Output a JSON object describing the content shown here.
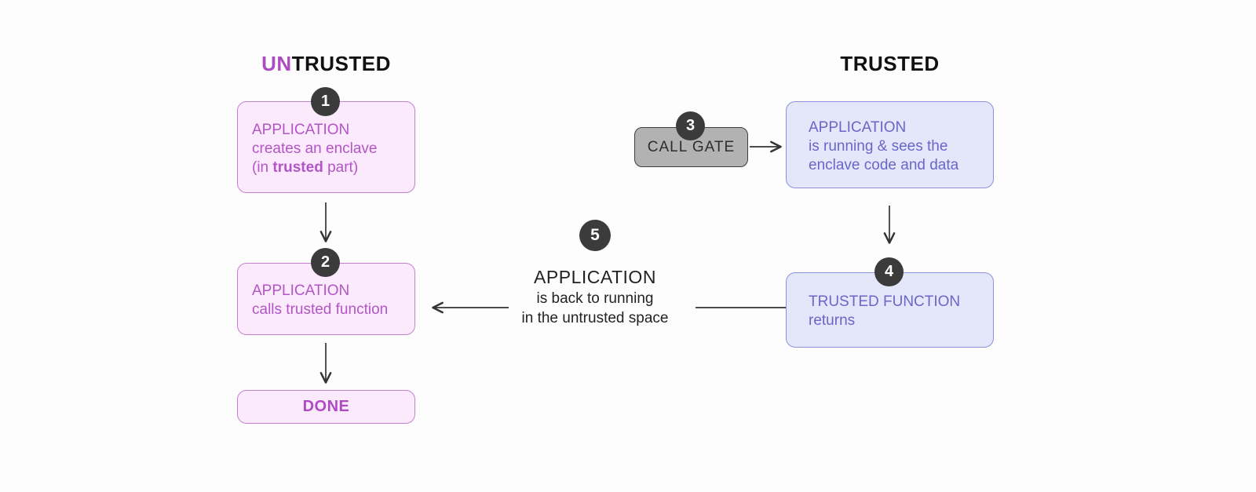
{
  "diagram": {
    "untrusted": {
      "title_accent": "UN",
      "title_rest": "TRUSTED",
      "step1": {
        "badge": "1",
        "line1": "APPLICATION",
        "line2": "creates an enclave",
        "line3_pre": "(in ",
        "line3_bold": "trusted",
        "line3_post": " part)"
      },
      "step2": {
        "badge": "2",
        "line1": "APPLICATION",
        "line2": "calls trusted function"
      },
      "done": {
        "label": "DONE"
      }
    },
    "trusted": {
      "title": "TRUSTED",
      "call_gate": {
        "badge": "3",
        "label": "CALL GATE"
      },
      "step_running": {
        "line1": "APPLICATION",
        "line2": "is running & sees the",
        "line3": "enclave code and data"
      },
      "step4": {
        "badge": "4",
        "line1": "TRUSTED FUNCTION",
        "line2": "returns"
      }
    },
    "center": {
      "badge": "5",
      "line1": "APPLICATION",
      "line2": "is back to running",
      "line3": "in the untrusted space"
    },
    "colors": {
      "pink_fill": "#fbe9fc",
      "pink_border": "#c77fd2",
      "pink_text": "#b355c7",
      "accent": "#ad4cc1",
      "blue_fill": "#e4e7fa",
      "blue_border": "#8d90da",
      "blue_text": "#6a66c8",
      "gray_fill": "#b2b2b3",
      "gray_border": "#3f3f41",
      "gray_text": "#2d2d2f",
      "badge_bg": "#3b3b3b",
      "arrow": "#333333",
      "title_text": "#111111",
      "center_text": "#222222"
    }
  }
}
